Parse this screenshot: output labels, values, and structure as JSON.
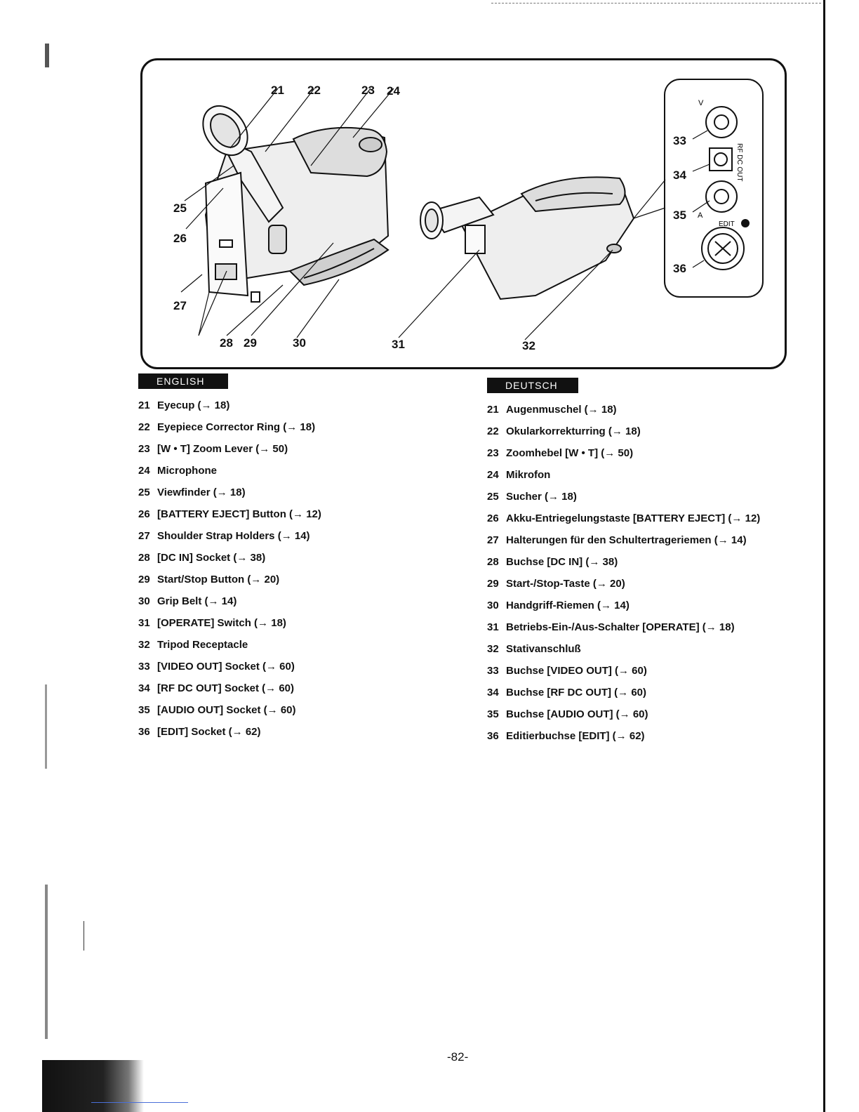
{
  "figure": {
    "callouts": [
      "21",
      "22",
      "23",
      "24",
      "25",
      "26",
      "27",
      "28",
      "29",
      "30",
      "31",
      "32",
      "33",
      "34",
      "35",
      "36"
    ],
    "panel_labels": {
      "v": "V",
      "a": "A",
      "rf_dc_out": "RF DC OUT",
      "edit": "EDIT"
    }
  },
  "english": {
    "tag": "ENGLISH",
    "items": [
      {
        "num": "21",
        "text": "Eyecup (→ 18)"
      },
      {
        "num": "22",
        "text": "Eyepiece Corrector Ring (→ 18)"
      },
      {
        "num": "23",
        "text": "[W • T] Zoom Lever (→ 50)"
      },
      {
        "num": "24",
        "text": "Microphone"
      },
      {
        "num": "25",
        "text": "Viewfinder (→ 18)"
      },
      {
        "num": "26",
        "text": "[BATTERY EJECT] Button (→ 12)"
      },
      {
        "num": "27",
        "text": "Shoulder Strap Holders (→ 14)"
      },
      {
        "num": "28",
        "text": "[DC IN] Socket (→ 38)"
      },
      {
        "num": "29",
        "text": "Start/Stop Button (→ 20)"
      },
      {
        "num": "30",
        "text": "Grip Belt (→ 14)"
      },
      {
        "num": "31",
        "text": "[OPERATE] Switch (→ 18)"
      },
      {
        "num": "32",
        "text": "Tripod Receptacle"
      },
      {
        "num": "33",
        "text": "[VIDEO OUT] Socket (→ 60)"
      },
      {
        "num": "34",
        "text": "[RF DC OUT] Socket (→ 60)"
      },
      {
        "num": "35",
        "text": "[AUDIO OUT] Socket (→ 60)"
      },
      {
        "num": "36",
        "text": "[EDIT] Socket (→ 62)"
      }
    ]
  },
  "deutsch": {
    "tag": "DEUTSCH",
    "items": [
      {
        "num": "21",
        "text": "Augenmuschel (→ 18)"
      },
      {
        "num": "22",
        "text": "Okularkorrekturring (→ 18)"
      },
      {
        "num": "23",
        "text": "Zoomhebel [W • T] (→ 50)"
      },
      {
        "num": "24",
        "text": "Mikrofon"
      },
      {
        "num": "25",
        "text": "Sucher (→ 18)"
      },
      {
        "num": "26",
        "text": "Akku-Entriegelungstaste [BATTERY EJECT] (→ 12)"
      },
      {
        "num": "27",
        "text": "Halterungen für den Schultertrageriemen (→ 14)"
      },
      {
        "num": "28",
        "text": "Buchse [DC IN] (→ 38)"
      },
      {
        "num": "29",
        "text": "Start-/Stop-Taste (→ 20)"
      },
      {
        "num": "30",
        "text": "Handgriff-Riemen (→ 14)"
      },
      {
        "num": "31",
        "text": "Betriebs-Ein-/Aus-Schalter [OPERATE] (→ 18)"
      },
      {
        "num": "32",
        "text": "Stativanschluß"
      },
      {
        "num": "33",
        "text": "Buchse [VIDEO OUT] (→ 60)"
      },
      {
        "num": "34",
        "text": "Buchse [RF DC OUT] (→ 60)"
      },
      {
        "num": "35",
        "text": "Buchse [AUDIO OUT] (→ 60)"
      },
      {
        "num": "36",
        "text": "Editierbuchse [EDIT] (→ 62)"
      }
    ]
  },
  "page_number": "-82-"
}
